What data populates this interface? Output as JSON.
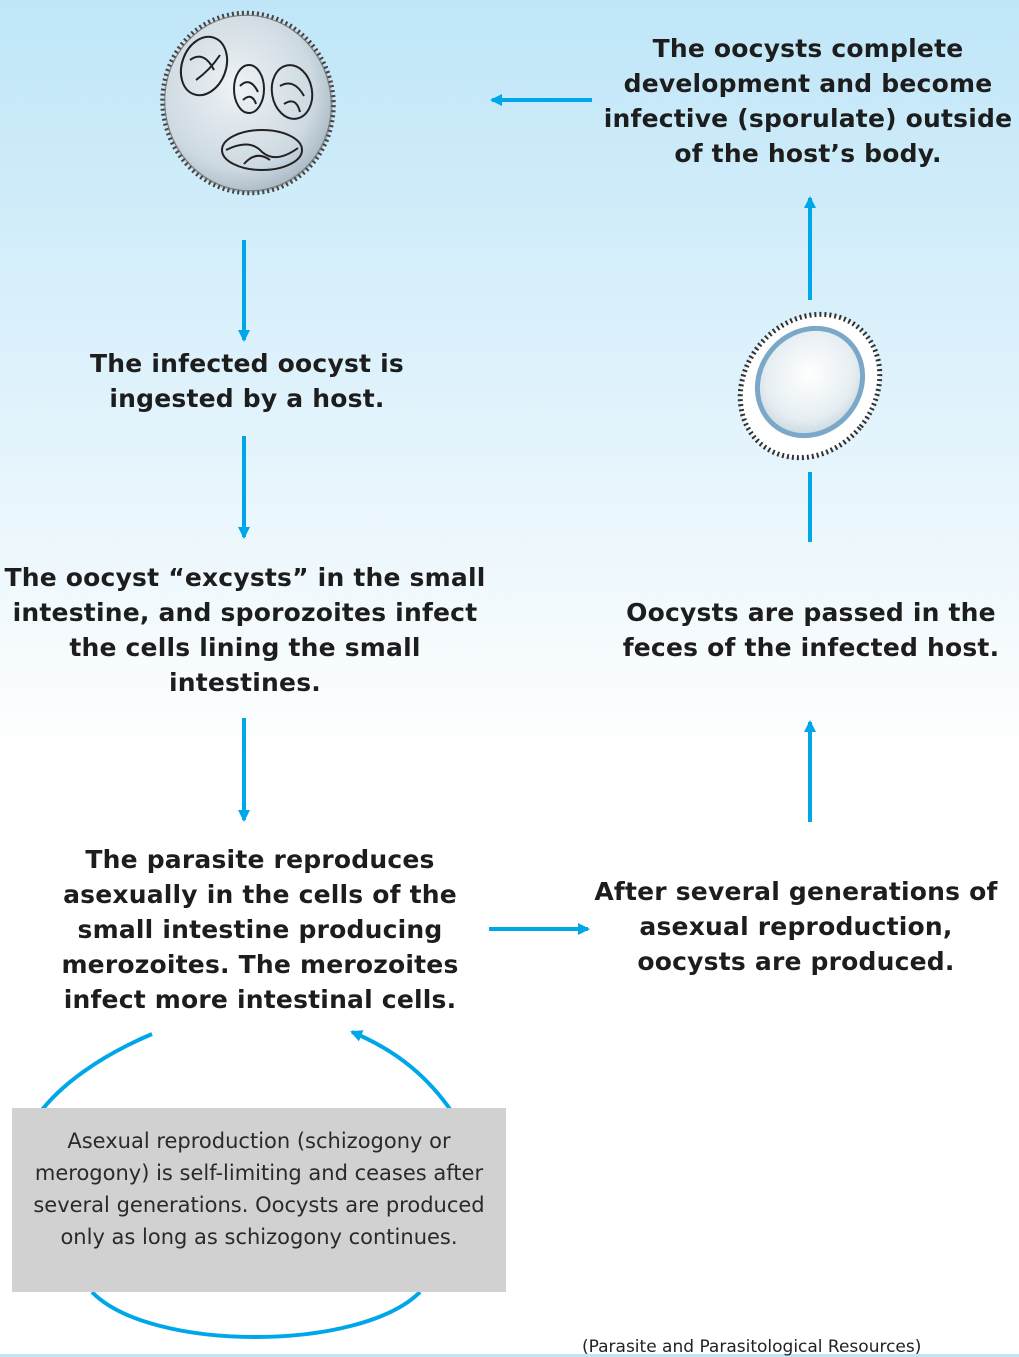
{
  "colors": {
    "arrow": "#00a7e8",
    "note_bg": "#d1d1d1",
    "text": "#1d1d1d"
  },
  "steps": {
    "sporulate": "The oocysts complete development and become infective (sporulate) outside of the host’s body.",
    "ingested": "The infected oocyst is ingested by a host.",
    "excysts": "The oocyst “excysts” in the small intestine, and sporozoites infect the cells lining the small intestines.",
    "reproduces": "The parasite reproduces asexually in the cells of the small intestine producing merozoites. The merozoites infect more intestinal cells.",
    "produced": "After several generations of asexual reproduction, oocysts are produced.",
    "passed": "Oocysts are passed in the feces of the infected host."
  },
  "note": "Asexual reproduction (schizogony or merogony) is self-limiting and ceases after several generations. Oocysts are produced only as long as schizogony continues.",
  "credit": "(Parasite and Parasitological Resources)",
  "icons": {
    "sporulated_oocyst": "sporulated-oocyst-icon",
    "unsporulated_oocyst": "unsporulated-oocyst-icon"
  }
}
